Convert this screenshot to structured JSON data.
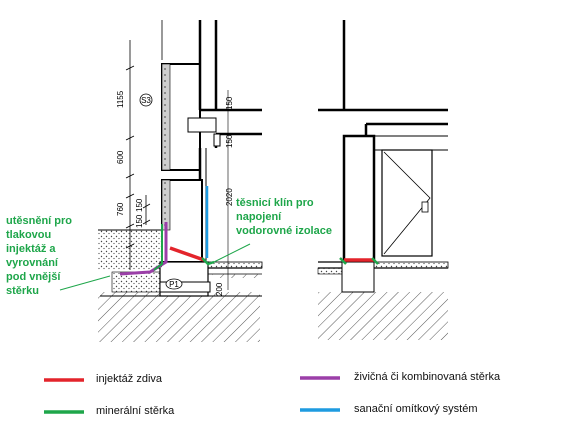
{
  "annotations": {
    "left_note": "utěsnění pro\ntlakovou\ninjektáž a\nvyrovnání\npod vnější\nstěrku",
    "right_note": "těsnicí klín pro\nnapojení\nvodorovné izolace"
  },
  "dimensions": {
    "d1155": "1155",
    "d150a": "150",
    "d600": "600",
    "d150b": "150",
    "d760": "760",
    "d150c": "150",
    "d2020": "2020",
    "d150d": "150",
    "d200": "200"
  },
  "tags": {
    "s3": "S3",
    "p1": "P1"
  },
  "legend": [
    {
      "label": "injektáž  zdiva",
      "color": "#e3242b"
    },
    {
      "label": "živičná či kombinovaná stěrka",
      "color": "#9b3fa8"
    },
    {
      "label": "minerální stěrka",
      "color": "#1ea64a"
    },
    {
      "label": "sanační omítkový systém",
      "color": "#1e9be0"
    }
  ],
  "colors": {
    "injection": "#e3242b",
    "bitumen": "#9b3fa8",
    "mineral": "#1ea64a",
    "sanation": "#1e9be0"
  }
}
